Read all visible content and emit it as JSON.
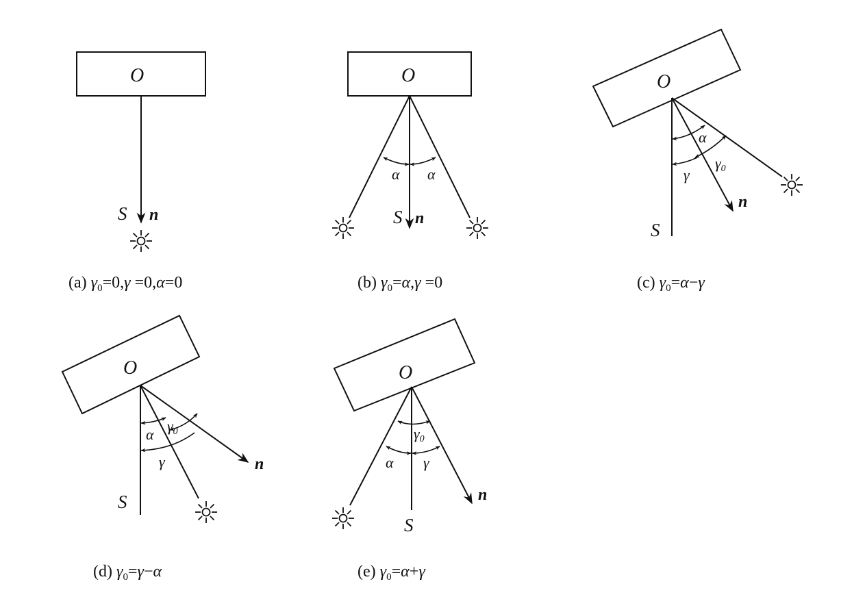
{
  "labels": {
    "object": "O",
    "sensor": "S",
    "normal": "n",
    "alpha": "α",
    "gamma": "γ",
    "gamma0": "γ",
    "gamma0_sub": "0"
  },
  "captions": {
    "a": {
      "tag": "(a)",
      "g": "γ",
      "sub": "0",
      "rest1": "=0,",
      "g2": "γ",
      "rest2": " =0,",
      "a": "α",
      "rest3": "=0"
    },
    "b": {
      "tag": "(b)",
      "g": "γ",
      "sub": "0",
      "rest1": "=",
      "a": "α",
      "rest2": ",",
      "g2": "γ",
      "rest3": " =0"
    },
    "c": {
      "tag": "(c)",
      "g": "γ",
      "sub": "0",
      "rest1": "=",
      "a": "α",
      "op": "−",
      "g2": "γ"
    },
    "d": {
      "tag": "(d)",
      "g": "γ",
      "sub": "0",
      "rest1": "=",
      "g2": "γ",
      "op": "−",
      "a": "α"
    },
    "e": {
      "tag": "(e)",
      "g": "γ",
      "sub": "0",
      "rest1": "=",
      "a": "α",
      "op": "+",
      "g2": "γ"
    }
  },
  "icons": {
    "source": "sun-icon",
    "arrow": "arrowhead-icon"
  }
}
